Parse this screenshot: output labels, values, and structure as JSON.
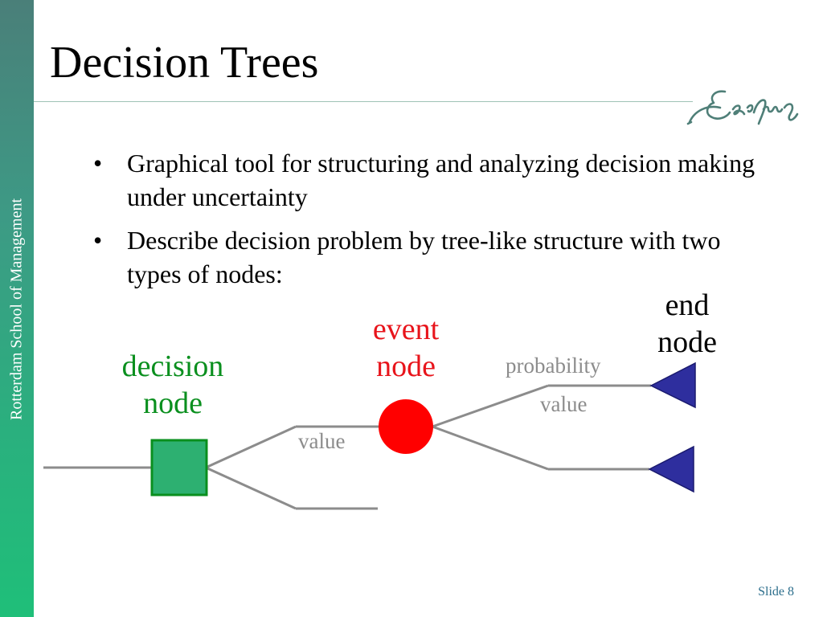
{
  "sidebar": {
    "text": "Rotterdam School of Management"
  },
  "title": "Decision Trees",
  "bullets": [
    {
      "marker": "•",
      "text": "Graphical tool for structuring and analyzing decision making under uncertainty"
    },
    {
      "marker": "•",
      "text": "Describe decision problem by tree-like structure with two types of nodes:"
    }
  ],
  "diagram": {
    "decision_node_label": "decision node",
    "event_node_label": "event node",
    "end_node_label": "end node",
    "branch_value_label": "value",
    "outcome_probability_label": "probability",
    "outcome_value_label": "value",
    "colors": {
      "decision_node_fill": "#2db071",
      "decision_node_border": "#0a8f1e",
      "event_node_fill": "#ff0000",
      "end_node_fill": "#2e2e9e",
      "branch_line": "#8c8c8c"
    }
  },
  "footer": {
    "slide_label": "Slide 8"
  },
  "logo": {
    "icon": "erasmus-signature-logo"
  }
}
